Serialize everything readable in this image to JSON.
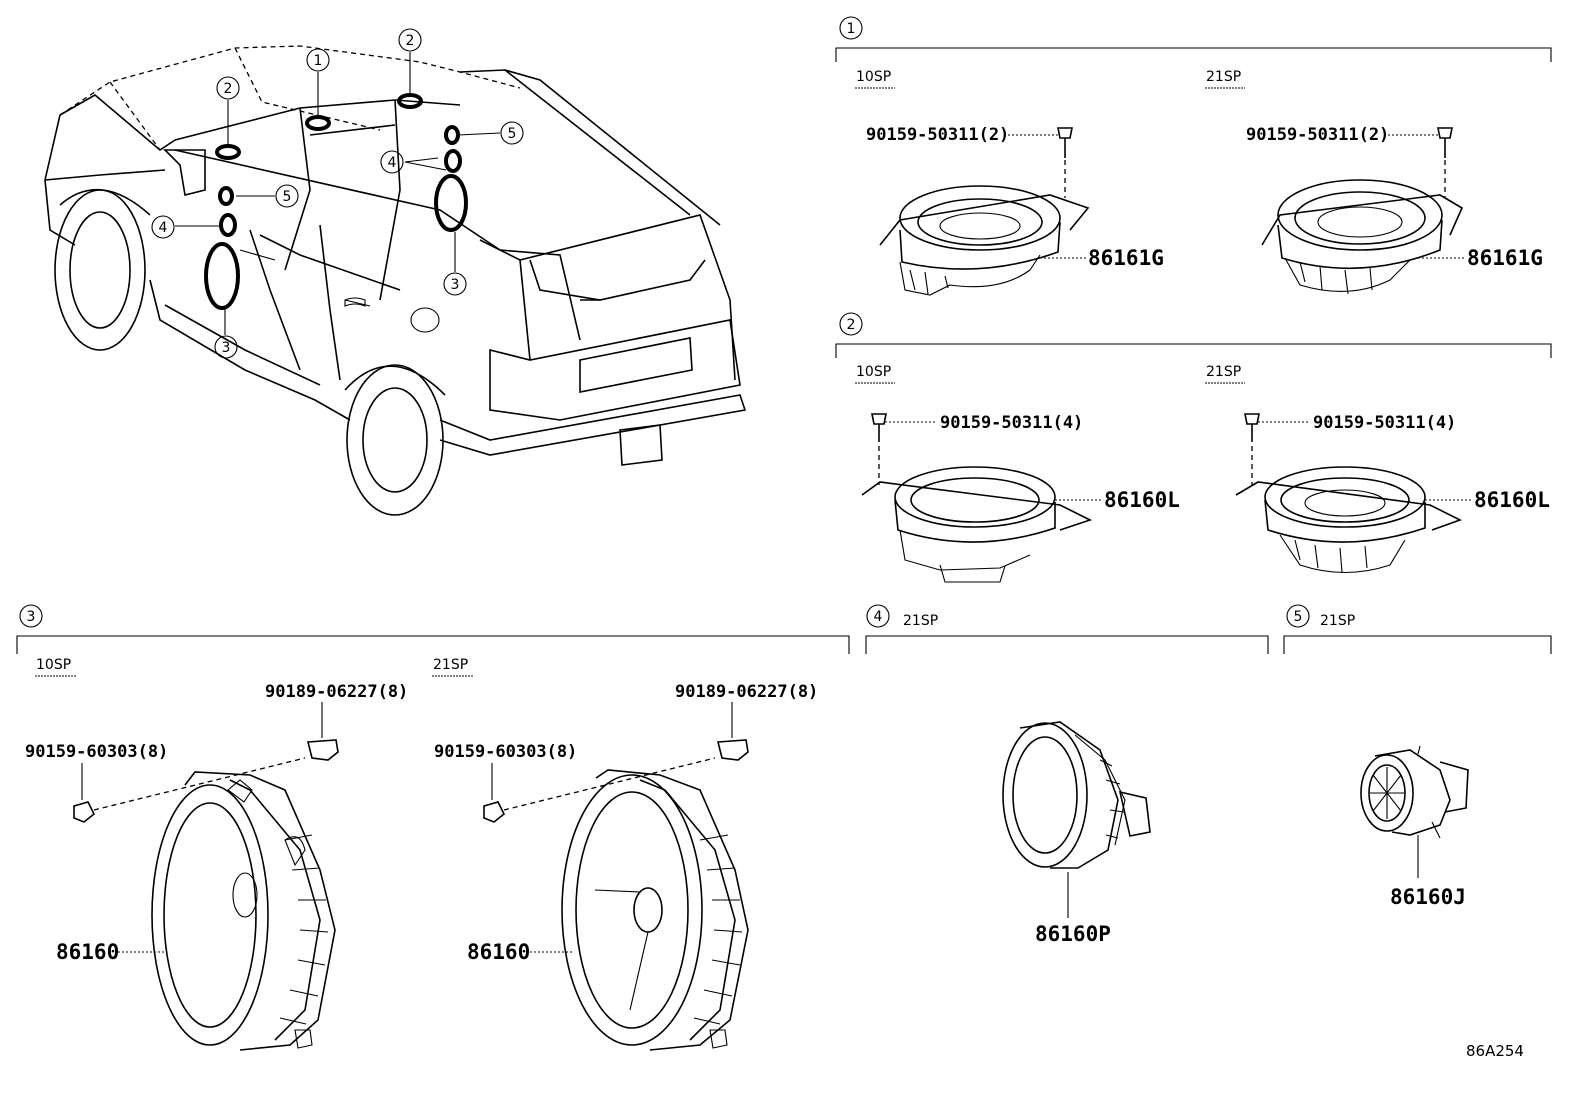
{
  "callouts": [
    "1",
    "2",
    "3",
    "4",
    "5"
  ],
  "sections": {
    "s1": {
      "number": "1",
      "left_variant": "10SP",
      "right_variant": "21SP",
      "left_screw": "90159-50311(2)",
      "right_screw": "90159-50311(2)",
      "left_part": "86161G",
      "right_part": "86161G"
    },
    "s2": {
      "number": "2",
      "left_variant": "10SP",
      "right_variant": "21SP",
      "left_screw": "90159-50311(4)",
      "right_screw": "90159-50311(4)",
      "left_part": "86160L",
      "right_part": "86160L"
    },
    "s3": {
      "number": "3",
      "left_variant": "10SP",
      "right_variant": "21SP",
      "left_clip": "90189-06227(8)",
      "right_clip": "90189-06227(8)",
      "left_screw": "90159-60303(8)",
      "right_screw": "90159-60303(8)",
      "left_part": "86160",
      "right_part": "86160"
    },
    "s4": {
      "number": "4",
      "variant": "21SP",
      "part": "86160P"
    },
    "s5": {
      "number": "5",
      "variant": "21SP",
      "part": "86160J"
    }
  },
  "figure_id": "86A254"
}
